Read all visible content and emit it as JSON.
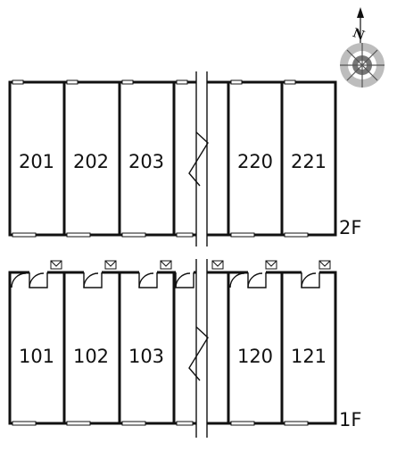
{
  "floors": {
    "second": {
      "label": "2F",
      "units": [
        "201",
        "202",
        "203",
        "220",
        "221"
      ]
    },
    "first": {
      "label": "1F",
      "units": [
        "101",
        "102",
        "103",
        "120",
        "121"
      ]
    }
  },
  "compass": {
    "north_label": "N"
  }
}
